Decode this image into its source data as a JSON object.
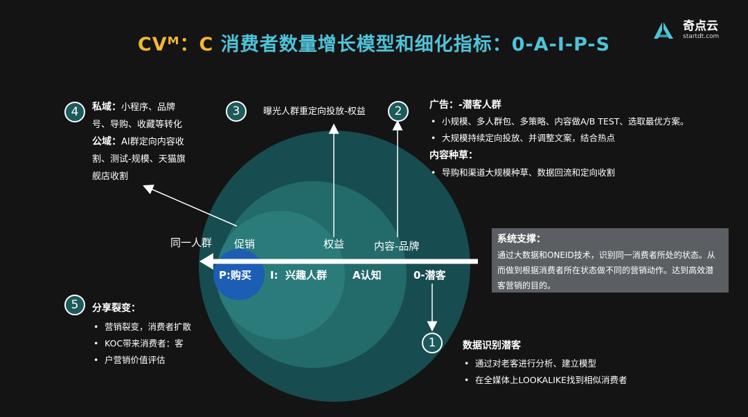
{
  "title": {
    "part1": "CVᴹ：C ",
    "part2": "消费者数量增长模型和细化指标：0-A-I-P-S"
  },
  "logo": {
    "cn": "奇点云",
    "en": "startdt.com"
  },
  "steps": {
    "s1": {
      "num": "1",
      "heading": "数据识别潜客",
      "bullets": [
        "通过对老客进行分析、建立模型",
        "在全媒体上LOOKALIKE找到相似消费者"
      ]
    },
    "s2": {
      "num": "2",
      "heading1": "广告：-潜客人群",
      "bullets1": [
        "小规模、多人群包、多策略、内容做A/B TEST、选取最优方案。",
        "大规模持续定向投放、并调整文案，结合热点"
      ],
      "heading2": "内容种草：",
      "bullets2": [
        "导购和渠道大规模种草、数据回流和定向收割"
      ]
    },
    "s3": {
      "num": "3",
      "text": "曝光人群重定向投放-权益"
    },
    "s4": {
      "num": "4",
      "private_label": "私域：",
      "private_text1": "小程序、品牌",
      "private_text2": "号、导购、收藏等转化",
      "public_label": "公域：",
      "public_text1": "AI群定向内容收",
      "public_text2": "割、测试-规模、天猫旗",
      "public_text3": "舰店收割"
    },
    "s5": {
      "num": "5",
      "heading": "分享裂变：",
      "bullet_line1": "营销裂变，消费者扩散",
      "bullet_line2": "KOC带来消费者：客",
      "bullet_line3": "户营销价值评估"
    }
  },
  "circles": {
    "potential": "0-潜客",
    "aware": "A认知",
    "interest": "I:  兴趣人群",
    "purchase": "P:购买"
  },
  "arrow_labels": {
    "same_person": "同一人群",
    "promotion": "促销",
    "rights": "权益",
    "content_brand": "内容-品牌"
  },
  "system": {
    "heading": "系统支撑：",
    "lines": [
      "通过大数据和ONEID技术，识别同一消费者所处的状态。从",
      "而做到根据消费者所在状态做不同的营销动作。达到高效潜",
      "客营销的目的。"
    ]
  },
  "colors": {
    "circle_outer": "#174c50",
    "circle_2": "#236a6b",
    "circle_3": "#2b7b7b",
    "circle_inner": "#1c5eb4",
    "accent_yellow": "#f2b733",
    "accent_cyan": "#4fc3d9"
  }
}
